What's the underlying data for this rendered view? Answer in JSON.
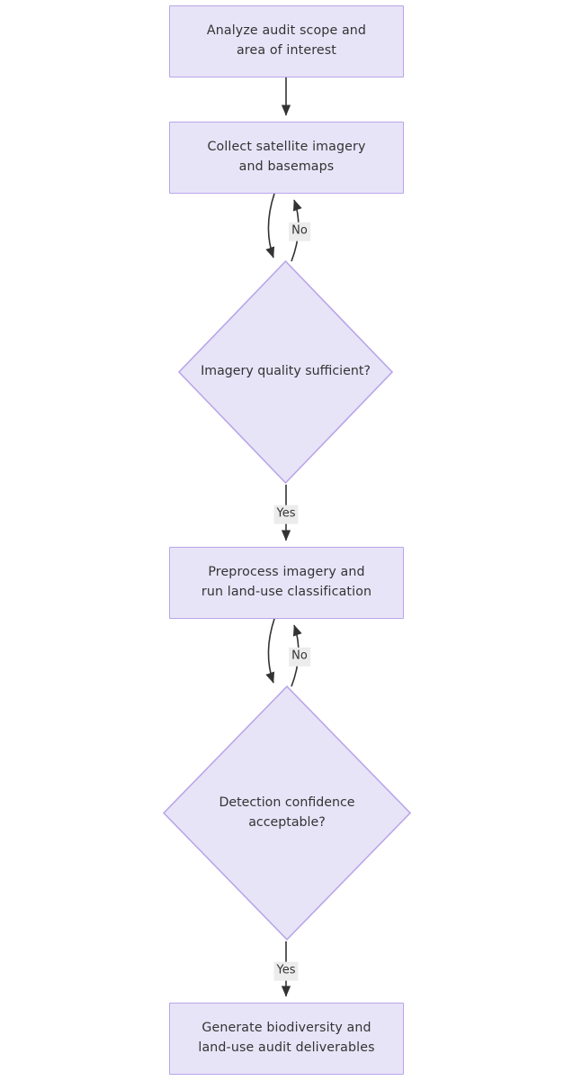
{
  "diagram": {
    "type": "flowchart",
    "orientation": "top-to-bottom",
    "background_color": "#ffffff",
    "node_fill_color": "#e8e4f8",
    "node_border_color": "#b9a6e8",
    "text_color": "#333333",
    "edge_color": "#333333",
    "edge_label_background": "#ececec",
    "nodes": [
      {
        "id": "analyze-scope",
        "shape": "process",
        "label": "Analyze audit scope and\narea of interest"
      },
      {
        "id": "collect-imagery",
        "shape": "process",
        "label": "Collect satellite imagery\nand basemaps"
      },
      {
        "id": "imagery-quality",
        "shape": "decision",
        "label": "Imagery quality sufficient?"
      },
      {
        "id": "preprocess-classify",
        "shape": "process",
        "label": "Preprocess imagery and\nrun land-use classification"
      },
      {
        "id": "detection-confidence",
        "shape": "decision",
        "label": "Detection confidence\nacceptable?"
      },
      {
        "id": "generate-deliverables",
        "shape": "process",
        "label": "Generate biodiversity and\nland-use audit deliverables"
      }
    ],
    "edges": [
      {
        "id": "e1",
        "from": "analyze-scope",
        "to": "collect-imagery",
        "label": ""
      },
      {
        "id": "e2",
        "from": "collect-imagery",
        "to": "imagery-quality",
        "label": ""
      },
      {
        "id": "e3",
        "from": "imagery-quality",
        "to": "collect-imagery",
        "label": "No"
      },
      {
        "id": "e4",
        "from": "imagery-quality",
        "to": "preprocess-classify",
        "label": "Yes"
      },
      {
        "id": "e5",
        "from": "preprocess-classify",
        "to": "detection-confidence",
        "label": ""
      },
      {
        "id": "e6",
        "from": "detection-confidence",
        "to": "preprocess-classify",
        "label": "No"
      },
      {
        "id": "e7",
        "from": "detection-confidence",
        "to": "generate-deliverables",
        "label": "Yes"
      }
    ]
  }
}
